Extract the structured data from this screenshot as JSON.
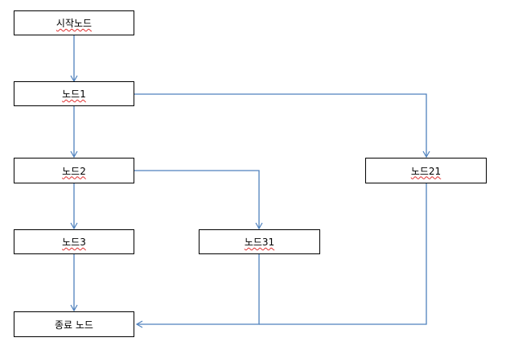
{
  "nodes": {
    "start": {
      "label": "시작노드",
      "spellcheck": true
    },
    "n1": {
      "label": "노드1",
      "spellcheck": true
    },
    "n2": {
      "label": "노드2",
      "spellcheck": true
    },
    "n21": {
      "label": "노드21",
      "spellcheck": true
    },
    "n3": {
      "label": "노드3",
      "spellcheck": true
    },
    "n31": {
      "label": "노드31",
      "spellcheck": true
    },
    "end": {
      "label": "종료 노드",
      "spellcheck": false
    }
  },
  "edges": [
    {
      "from": "start",
      "to": "n1"
    },
    {
      "from": "n1",
      "to": "n2"
    },
    {
      "from": "n1",
      "to": "n21"
    },
    {
      "from": "n2",
      "to": "n3"
    },
    {
      "from": "n2",
      "to": "n31"
    },
    {
      "from": "n3",
      "to": "end"
    },
    {
      "from": "n31",
      "to": "end"
    },
    {
      "from": "n21",
      "to": "end"
    }
  ],
  "colors": {
    "connector": "#4f81bd",
    "node_border": "#000000",
    "spellcheck_underline": "#e03030"
  }
}
